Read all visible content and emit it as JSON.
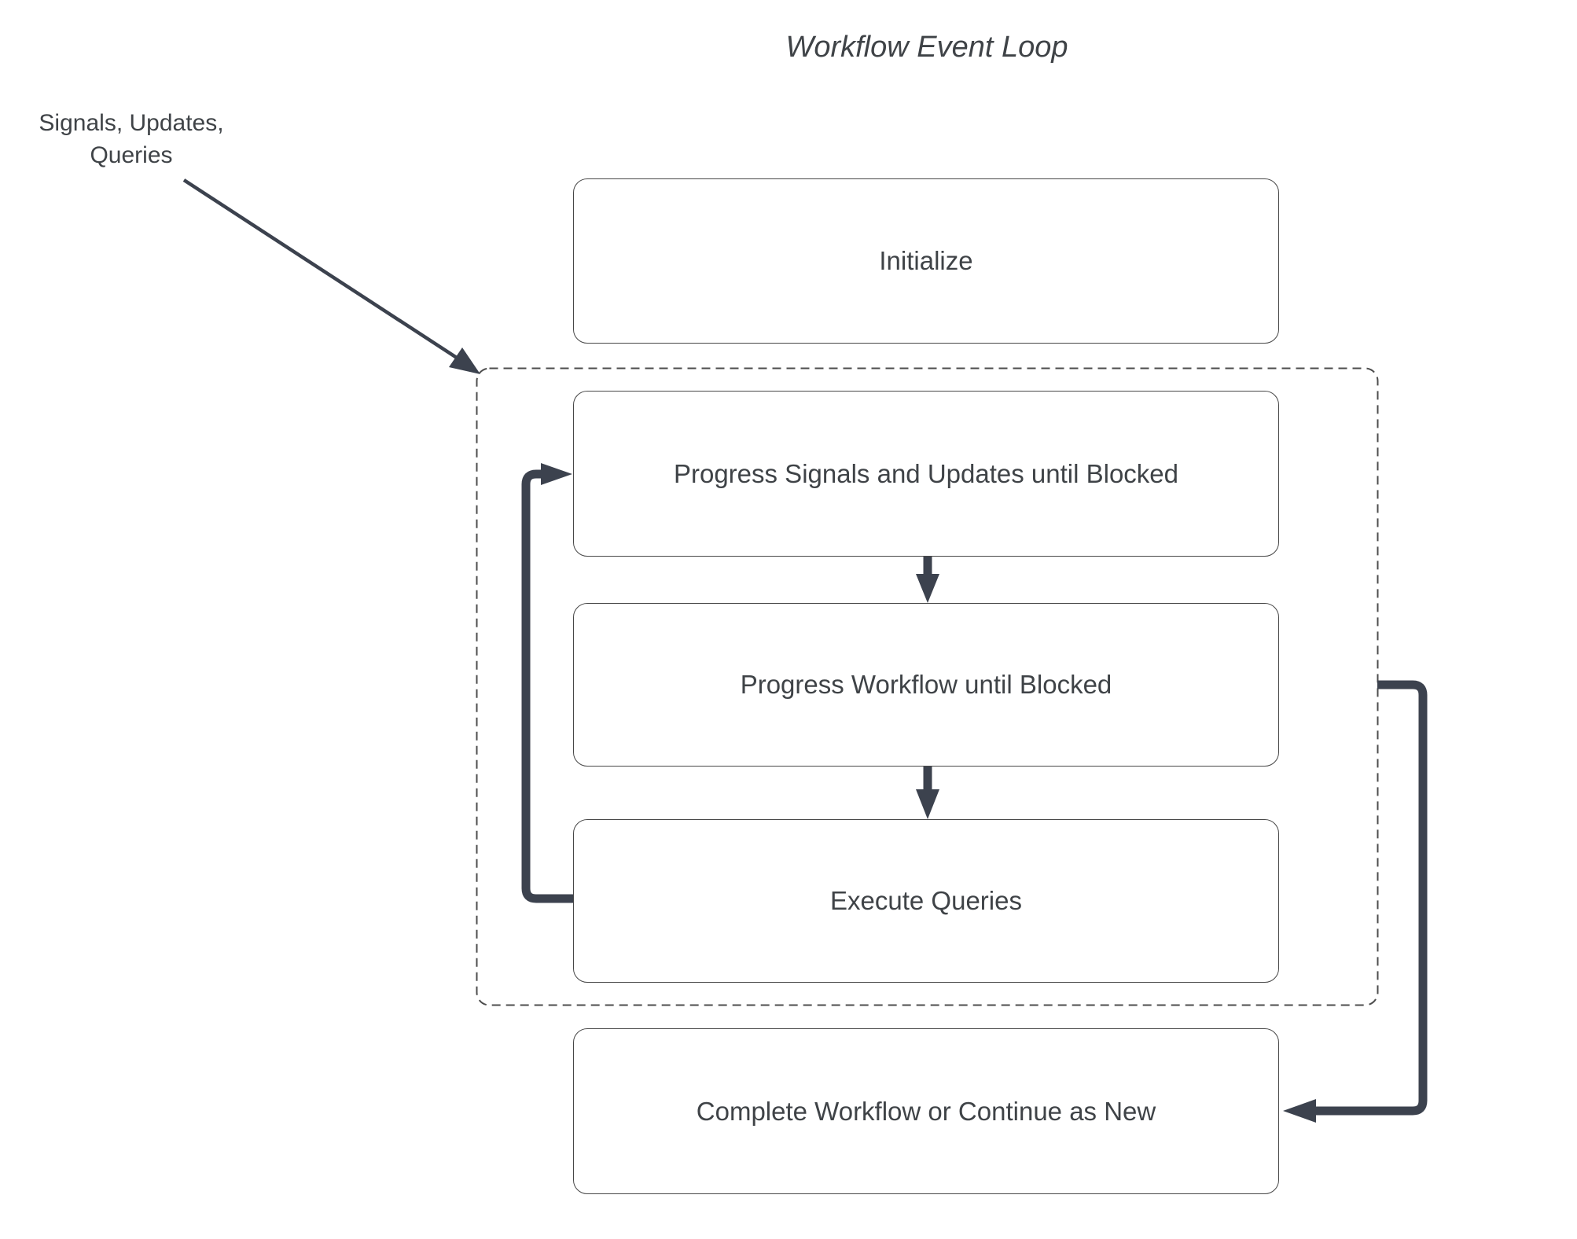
{
  "title": "Workflow Event Loop",
  "external_input": {
    "line1": "Signals, Updates,",
    "line2": "Queries"
  },
  "nodes": {
    "initialize": "Initialize",
    "progress_signals": "Progress Signals and Updates until Blocked",
    "progress_workflow": "Progress Workflow until Blocked",
    "execute_queries": "Execute Queries",
    "complete": "Complete Workflow or Continue as New"
  },
  "colors": {
    "background": "#ffffff",
    "arrow": "#3c424e",
    "box_border": "#474747",
    "dashed_border": "#4d4d4d",
    "text": "#3f4347"
  }
}
